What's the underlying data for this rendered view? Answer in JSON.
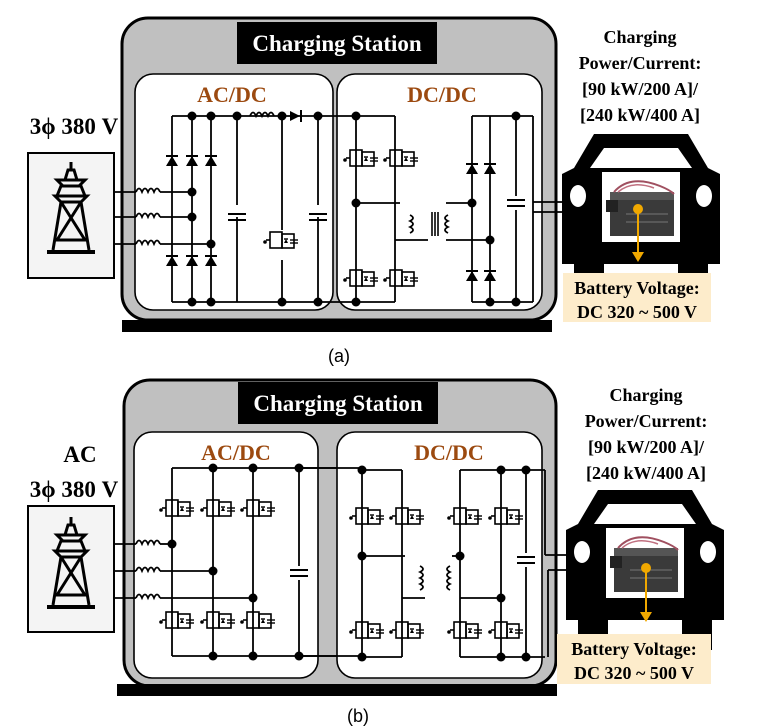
{
  "colors": {
    "station_fill": "#c0c0c0",
    "converter_label": "#9c4a10",
    "battery_label_bg": "#fdeccb",
    "arrow": "#f0a800",
    "ink": "#000000"
  },
  "panels": [
    {
      "caption": "(a)",
      "source_label_lines": [
        "3ϕ 380 V"
      ],
      "station_title": "Charging Station",
      "ac_dc_label": "AC/DC",
      "dc_dc_label": "DC/DC",
      "ac_dc_topology": "three-phase diode bridge + boost (inductor, diode, switch, capacitors)",
      "dc_dc_topology": "full-bridge switches + transformer + diode bridge rectifier",
      "power_label_lines": [
        "Charging",
        "Power/Current:",
        "[90 kW/200 A]/",
        "[240 kW/400 A]"
      ],
      "battery_label_lines": [
        "Battery Voltage:",
        "DC 320 ~ 500 V"
      ]
    },
    {
      "caption": "(b)",
      "source_label_lines": [
        "AC",
        "3ϕ 380 V"
      ],
      "station_title": "Charging Station",
      "ac_dc_label": "AC/DC",
      "dc_dc_label": "DC/DC",
      "ac_dc_topology": "three-phase active switch bridge + DC link capacitor",
      "dc_dc_topology": "full-bridge switches + transformer + active full-bridge rectifier",
      "power_label_lines": [
        "Charging",
        "Power/Current:",
        "[90 kW/200 A]/",
        "[240 kW/400 A]"
      ],
      "battery_label_lines": [
        "Battery Voltage:",
        "DC 320 ~ 500 V"
      ]
    }
  ]
}
